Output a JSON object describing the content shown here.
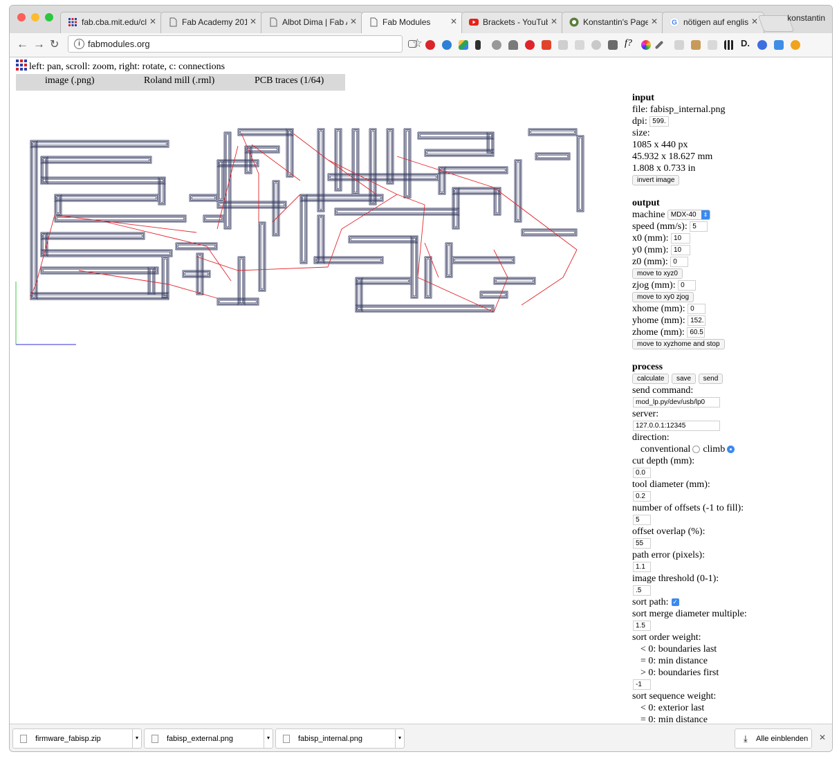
{
  "tabs": [
    {
      "title": "fab.cba.mit.edu/cl",
      "icon": "grid-favicon",
      "active": false
    },
    {
      "title": "Fab Academy 201",
      "icon": "page-icon",
      "active": false
    },
    {
      "title": "Albot Dima | Fab A",
      "icon": "page-icon",
      "active": false
    },
    {
      "title": "Fab Modules",
      "icon": "page-icon",
      "active": true
    },
    {
      "title": "Brackets - YouTub",
      "icon": "youtube-icon",
      "active": false
    },
    {
      "title": "Konstantin's Page",
      "icon": "github-icon",
      "active": false
    },
    {
      "title": "nötigen auf englis",
      "icon": "google-icon",
      "active": false
    }
  ],
  "profile_name": "konstantin",
  "address": {
    "url": "fabmodules.org"
  },
  "page": {
    "help_text": "left: pan, scroll: zoom, right: rotate, c: connections",
    "menu": [
      "image (.png)",
      "Roland mill (.rml)",
      "PCB traces (1/64)"
    ]
  },
  "input": {
    "heading": "input",
    "file": "file: fabisp_internal.png",
    "dpi_label": "dpi:",
    "dpi_value": "599.",
    "size_label": "size:",
    "size_px": "1085 x 440 px",
    "size_mm": "45.932 x 18.627 mm",
    "size_in": "1.808 x 0.733 in",
    "invert_button": "invert image"
  },
  "output": {
    "heading": "output",
    "machine_label": "machine",
    "machine_value": "MDX-40",
    "speed_label": "speed (mm/s):",
    "speed_value": "5",
    "x0_label": "x0 (mm):",
    "x0_value": "10",
    "y0_label": "y0 (mm):",
    "y0_value": "10",
    "z0_label": "z0 (mm):",
    "z0_value": "0",
    "move_xyz0_button": "move to xyz0",
    "zjog_label": "zjog (mm):",
    "zjog_value": "0",
    "move_xy0_button": "move to xy0 zjog",
    "xhome_label": "xhome (mm):",
    "xhome_value": "0",
    "yhome_label": "yhome (mm):",
    "yhome_value": "152.",
    "zhome_label": "zhome (mm):",
    "zhome_value": "60.5",
    "move_home_button": "move to xyzhome and stop"
  },
  "process": {
    "heading": "process",
    "calculate_button": "calculate",
    "save_button": "save",
    "send_button": "send",
    "send_command_label": "send command:",
    "send_command_value": "mod_lp.py/dev/usb/lp0",
    "server_label": "server:",
    "server_value": "127.0.0.1:12345",
    "direction_label": "direction:",
    "conventional_label": "conventional",
    "climb_label": "climb",
    "direction_selected": "climb",
    "cut_depth_label": "cut depth (mm):",
    "cut_depth_value": "0.0",
    "tool_diameter_label": "tool diameter (mm):",
    "tool_diameter_value": "0.2",
    "offsets_label": "number of offsets (-1 to fill):",
    "offsets_value": "5",
    "overlap_label": "offset overlap (%):",
    "overlap_value": "55",
    "path_error_label": "path error (pixels):",
    "path_error_value": "1.1",
    "threshold_label": "image threshold (0-1):",
    "threshold_value": ".5",
    "sort_path_label": "sort path:",
    "sort_path_checked": true,
    "merge_label": "sort merge diameter multiple:",
    "merge_value": "1.5",
    "order_weight_label": "sort order weight:",
    "order_lines": [
      "< 0: boundaries last",
      "= 0: min distance",
      "> 0: boundaries first"
    ],
    "order_weight_value": "-1",
    "sequence_weight_label": "sort sequence weight:",
    "sequence_lines": [
      "< 0: exterior last",
      "= 0: min distance"
    ]
  },
  "downloads": [
    {
      "name": "firmware_fabisp.zip"
    },
    {
      "name": "fabisp_external.png"
    },
    {
      "name": "fabisp_internal.png"
    }
  ],
  "show_all_label": "Alle einblenden",
  "colors": {
    "trace": "#3a3f63",
    "connection": "#e2252b",
    "accent": "#3b89f0"
  }
}
